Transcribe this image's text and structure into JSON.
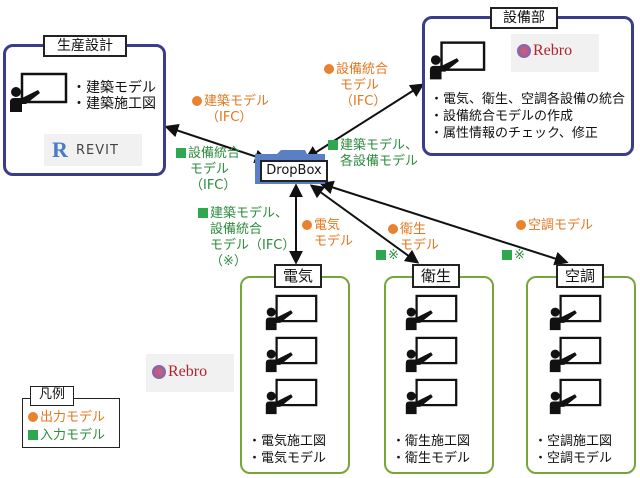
{
  "sekkei": {
    "title": "生産設計",
    "items": [
      "・建築モデル",
      "・建築施工図"
    ],
    "logo": "REVIT"
  },
  "setsubi": {
    "title": "設備部",
    "items": [
      "・電気、衛生、空調各設備の統合",
      "・設備統合モデルの作成",
      "・属性情報のチェック、修正"
    ],
    "logo": "Rebro"
  },
  "dropbox": {
    "label": "DropBox"
  },
  "denki": {
    "title": "電気",
    "items": [
      "・電気施工図",
      "・電気モデル"
    ]
  },
  "eisei": {
    "title": "衛生",
    "items": [
      "・衛生施工図",
      "・衛生モデル"
    ]
  },
  "kucho": {
    "title": "空調",
    "items": [
      "・空調施工図",
      "・空調モデル"
    ]
  },
  "arrows": {
    "to_db_from_sekkei": [
      "建築モデル",
      "（IFC）"
    ],
    "to_sekkei": [
      "設備統合",
      "モデル",
      "（IFC）"
    ],
    "to_db_from_setsubi": [
      "設備統合",
      "モデル",
      "（IFC）"
    ],
    "to_setsubi": [
      "建築モデル、",
      "各設備モデル"
    ],
    "to_denki": [
      "建築モデル、",
      "設備統合",
      "モデル（IFC）",
      "（※）"
    ],
    "from_denki": [
      "電気",
      "モデル"
    ],
    "from_eisei": [
      "衛生",
      "モデル"
    ],
    "to_eisei": "※",
    "from_kucho": "空調モデル",
    "to_kucho": "※"
  },
  "extra_logo": "Rebro",
  "legend": {
    "title": "凡例",
    "output": "出力モデル",
    "input": "入力モデル"
  },
  "colors": {
    "output": "#e07820",
    "input": "#2e8b3e",
    "main_border": "#3c3c8c",
    "sub_border": "#76a63a"
  }
}
